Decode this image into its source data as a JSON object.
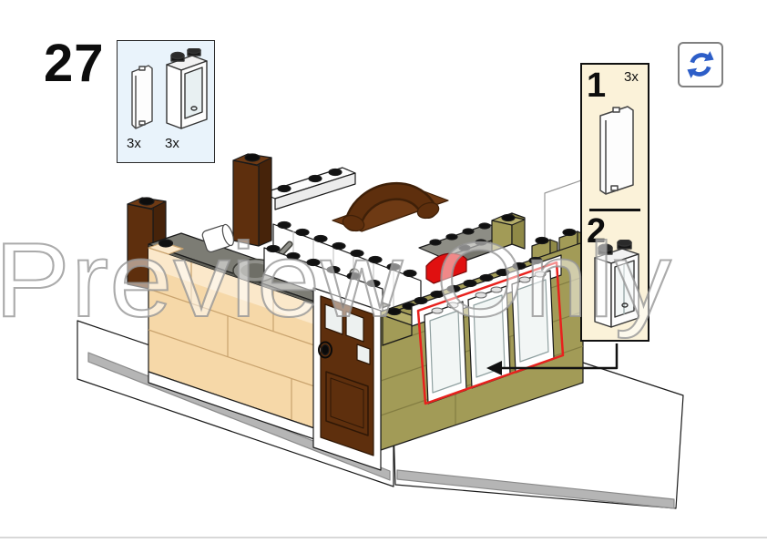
{
  "page": {
    "step_number": "27",
    "watermark_text": "Preview Only"
  },
  "parts_callout": {
    "background": "#e9f3fb",
    "parts": [
      {
        "name": "glass-panel-1x2x3",
        "quantity": "3x"
      },
      {
        "name": "window-frame-1x2x3",
        "quantity": "3x"
      }
    ]
  },
  "sub_assembly": {
    "background": "#fbf2d9",
    "quantity": "3x",
    "step1_number": "1",
    "step2_number": "2",
    "step1_part": "glass-panel-1x2x3",
    "step2_part": "window-frame-with-glass-assembled"
  },
  "rotate_symbol": {
    "name": "rotate-model-icon",
    "color": "#2d5ec8"
  },
  "model": {
    "description": "isometric LEGO corner-building step illustration with three window frames being placed in olive wall, highlighted by red outline and arrow",
    "colors": {
      "tan_wall": "#f6d8a8",
      "olive_wall": "#a29b57",
      "olive_shade": "#8f8947",
      "reddish_brown": "#5e2f0d",
      "counter_gray": "#7c7c74",
      "base_tile_gray": "#b5b5b5",
      "highlight_red": "#e8211d",
      "red_piece": "#e01010",
      "outline": "#1a1a1a"
    }
  }
}
